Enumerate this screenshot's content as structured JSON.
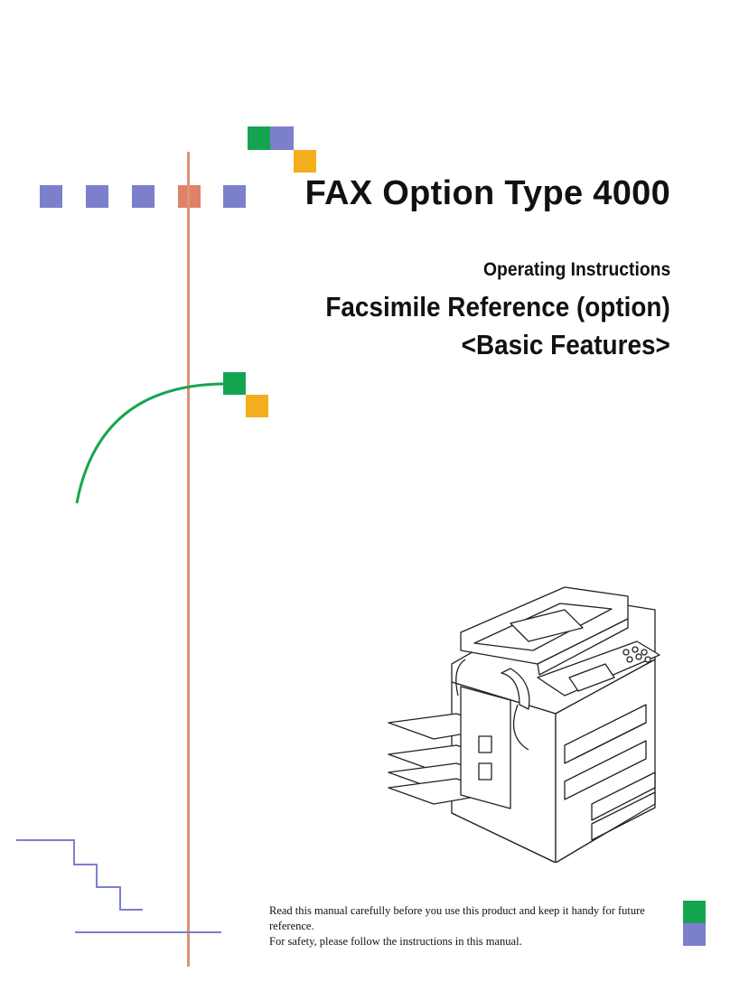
{
  "document": {
    "title": "FAX Option Type 4000",
    "subtitle": "Operating Instructions",
    "heading_line1": "Facsimile Reference (option)",
    "heading_line2": "<Basic Features>",
    "notice_line1": "Read this manual carefully before you use this product and keep it handy for future",
    "notice_line2": "reference.",
    "notice_line3": "For safety, please follow the instructions in this manual."
  },
  "colors": {
    "blue": "#7b7fcc",
    "green": "#15a550",
    "orange": "#f2ae1c",
    "salmon": "#e0826a",
    "vertical_line": "#e0936f",
    "stair_line": "#7b7fcc",
    "arc": "#15a550"
  },
  "images": {
    "printer": "multifunction-printer-illustration"
  }
}
